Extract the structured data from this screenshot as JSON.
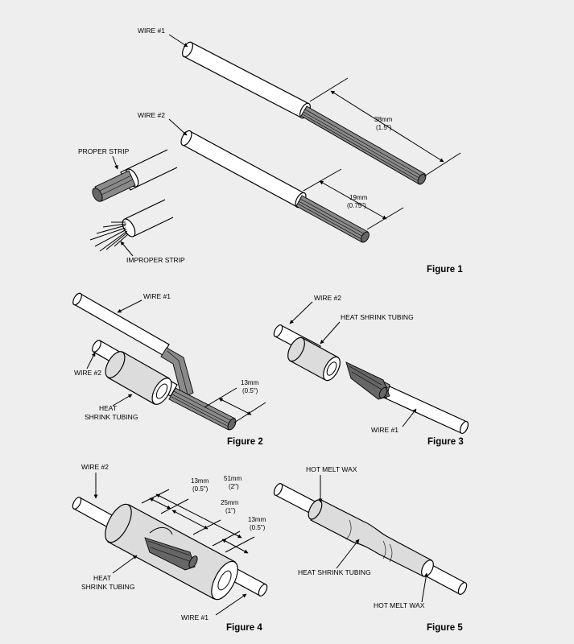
{
  "figure1": {
    "caption": "Figure 1",
    "wire1_label": "WIRE #1",
    "wire2_label": "WIRE #2",
    "proper_label": "PROPER STRIP",
    "improper_label": "IMPROPER STRIP",
    "dim_long_mm": "38mm",
    "dim_long_in": "(1.5\")",
    "dim_short_mm": "19mm",
    "dim_short_in": "(0.75\")"
  },
  "figure2": {
    "caption": "Figure 2",
    "wire1_label": "WIRE #1",
    "wire2_label": "WIRE #2",
    "tubing_line1": "HEAT",
    "tubing_line2": "SHRINK TUBING",
    "dim_mm": "13mm",
    "dim_in": "(0.5\")"
  },
  "figure3": {
    "caption": "Figure 3",
    "wire2_label": "WIRE #2",
    "tubing_label": "HEAT SHRINK TUBING",
    "wire1_label": "WIRE #1"
  },
  "figure4": {
    "caption": "Figure 4",
    "wire2_label": "WIRE #2",
    "wire1_label": "WIRE #1",
    "tubing_line1": "HEAT",
    "tubing_line2": "SHRINK TUBING",
    "dim_a_mm": "13mm",
    "dim_a_in": "(0.5\")",
    "dim_b_mm": "51mm",
    "dim_b_in": "(2\")",
    "dim_c_mm": "25mm",
    "dim_c_in": "(1\")",
    "dim_d_mm": "13mm",
    "dim_d_in": "(0.5\")"
  },
  "figure5": {
    "caption": "Figure 5",
    "wax_top_label": "HOT MELT WAX",
    "tubing_label": "HEAT SHRINK TUBING",
    "wax_bottom_label": "HOT MELT WAX"
  }
}
